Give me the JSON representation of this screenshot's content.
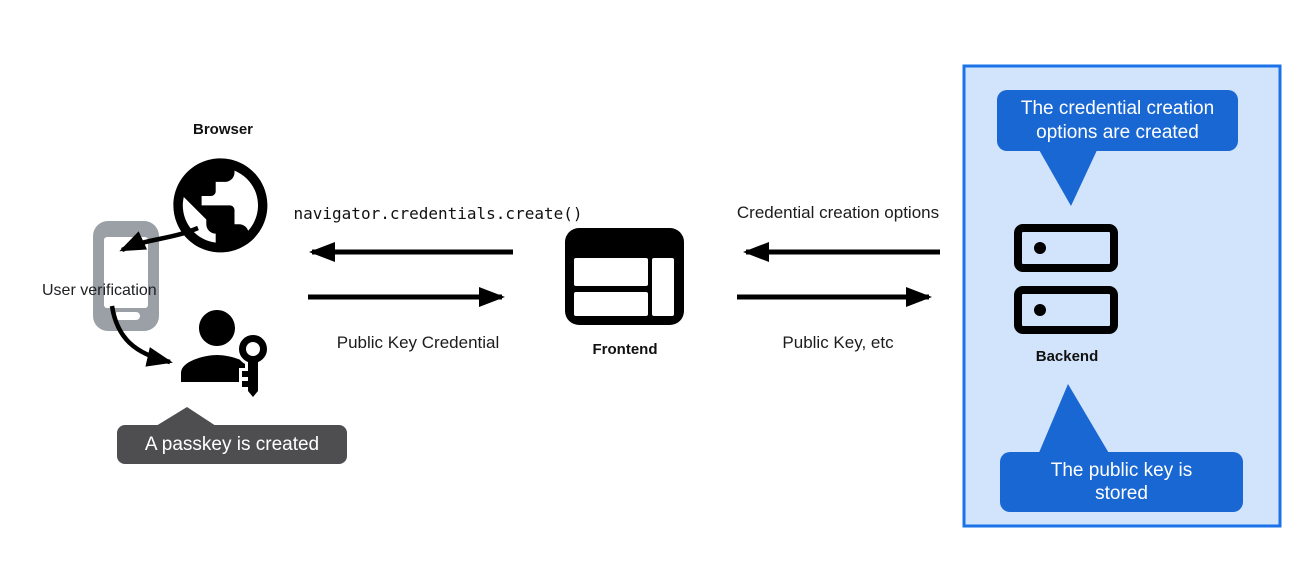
{
  "colors": {
    "accent-blue": "#1967d2",
    "panel-fill": "#d2e3fc",
    "panel-border": "#1a73e8",
    "tooltip-gray": "#4e4e50",
    "phone-gray": "#9aa0a6",
    "ink": "#000000",
    "text-dark": "#202124"
  },
  "client": {
    "browser_label": "Browser",
    "user_verification": "User verification",
    "passkey_tooltip": "A passkey is created"
  },
  "frontend": {
    "label": "Frontend"
  },
  "backend": {
    "label": "Backend",
    "bubble_top": "The credential creation options are created",
    "bubble_bottom": "The public key is stored"
  },
  "messages": {
    "create_call": "navigator.credentials.create()",
    "public_key_credential": "Public Key Credential",
    "credential_creation_options": "Credential creation options",
    "public_key_etc": "Public Key, etc"
  },
  "icons": {
    "browser": "globe-icon",
    "authenticator": "phone-icon",
    "user": "person-icon",
    "passkey": "key-icon",
    "frontend": "browser-window-icon",
    "backend": "server-icon"
  }
}
